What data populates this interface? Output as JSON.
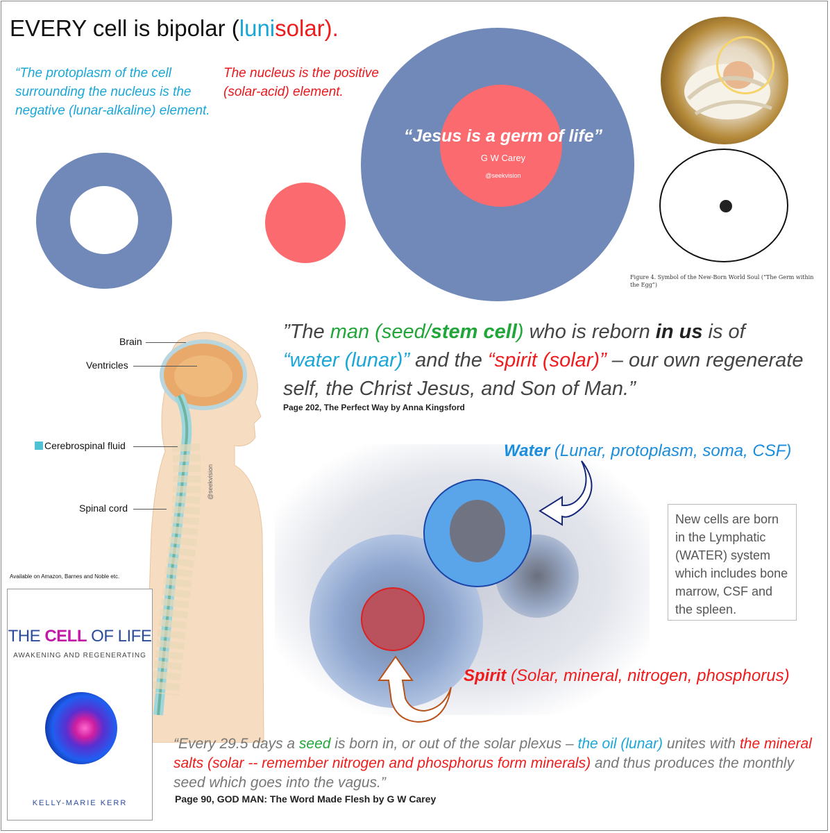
{
  "title": {
    "prefix": "EVERY cell is bipolar (",
    "luni": "luni",
    "solar": "solar).",
    "close": ""
  },
  "protoplasm_text": "“The protoplasm of the cell surrounding the nucleus is the negative (lunar-alkaline) element.",
  "nucleus_text": "The nucleus is the positive (solar-acid) element.",
  "big_circle": {
    "quote": "“Jesus is a germ of life”",
    "author": "G W Carey",
    "handle": "@seekvision"
  },
  "figure_caption": "Figure 4. Symbol of the New-Born World Soul (“The Germ within the Egg”)",
  "quote1": {
    "p1": "”The ",
    "man": "man (seed/",
    "stem": "stem cell",
    "close_paren": ")",
    "p2": " who is reborn ",
    "in_us": "in us",
    "p3": " is of ",
    "water": "“water (lunar)”",
    "p4": " and the ",
    "spirit": "“spirit (solar)”",
    "p5": " – our own regenerate self, the Christ Jesus, and Son of Man.”"
  },
  "source1": "Page 202, The Perfect Way by Anna Kingsford",
  "body_labels": {
    "brain": "Brain",
    "ventricles": "Ventricles",
    "csf": "Cerebrospinal fluid",
    "spinal": "Spinal cord",
    "handle": "@seekvision"
  },
  "water_label": {
    "bold": "Water",
    "rest": " (Lunar, protoplasm, soma, CSF)"
  },
  "spirit_label": {
    "bold": "Spirit",
    "rest": " (Solar, mineral, nitrogen, phosphorus)"
  },
  "lymph_text": "New cells are born in the Lymphatic (WATER) system which includes bone marrow, CSF and the spleen.",
  "available_text": "Available on Amazon, Barnes and Noble etc.",
  "book": {
    "the": "THE ",
    "cell": "CELL",
    "of_life": " OF LIFE",
    "subtitle": "AWAKENING AND REGENERATING",
    "author": "KELLY-MARIE KERR"
  },
  "quote2": {
    "p1": "“Every 29.5 days a ",
    "seed": "seed",
    "p2": " is born in, or out of the solar plexus – ",
    "oil": "the oil (lunar)",
    "p3": " unites with ",
    "minerals": "the mineral salts (solar -- remember nitrogen and phosphorus form minerals)",
    "p4": " and thus produces the monthly seed which goes into the vagus.”"
  },
  "source2": "Page 90, GOD MAN: The Word Made Flesh by G W Carey",
  "colors": {
    "lunar_blue": "#1aa7d8",
    "solar_red": "#ee1c1c",
    "ring_blue": "#7189b8",
    "nucleus_red": "#fb6a6e",
    "seed_green": "#22a63a"
  }
}
